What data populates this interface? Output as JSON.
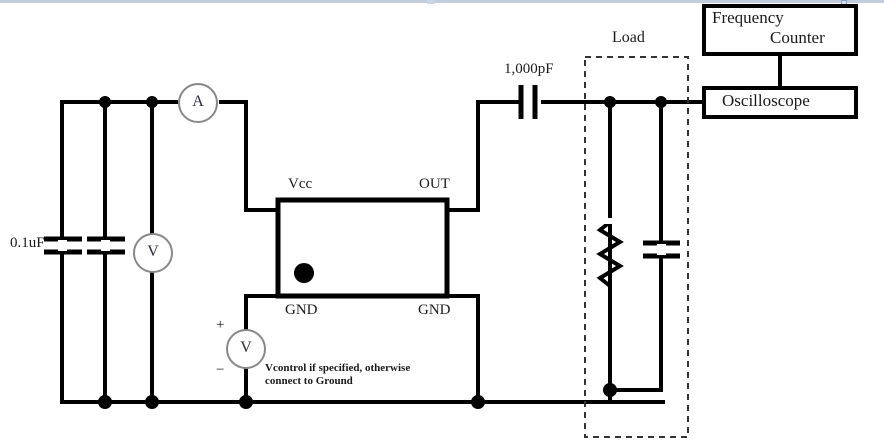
{
  "diagram": {
    "title_hidden": "555 timer test circuit",
    "labels": {
      "cap_left_value": "0.1uF",
      "coupling_cap_value": "1,000pF",
      "load_box": "Load",
      "ic_vcc": "Vcc",
      "ic_out": "OUT",
      "ic_gnd_left": "GND",
      "ic_gnd_right": "GND",
      "plus_sign": "+",
      "minus_sign": "−",
      "control_note_line1": "Vcontrol if specified, otherwise",
      "control_note_line2": "connect to Ground"
    },
    "meters": [
      {
        "id": "ammeter",
        "symbol": "A",
        "name": "ammeter"
      },
      {
        "id": "voltmeter-supply",
        "symbol": "V",
        "name": "supply-voltmeter"
      },
      {
        "id": "voltmeter-control",
        "symbol": "V",
        "name": "control-voltmeter"
      }
    ],
    "instruments": [
      {
        "id": "frequency-counter",
        "line1": "Frequency",
        "line2": "Counter"
      },
      {
        "id": "oscilloscope",
        "line1": "Oscilloscope"
      }
    ],
    "colors": {
      "wire": "#000000",
      "ink": "#1a1a1a",
      "meter_text": "#2b2b44",
      "dashed_box": "#333333",
      "background": "#ffffff"
    }
  }
}
